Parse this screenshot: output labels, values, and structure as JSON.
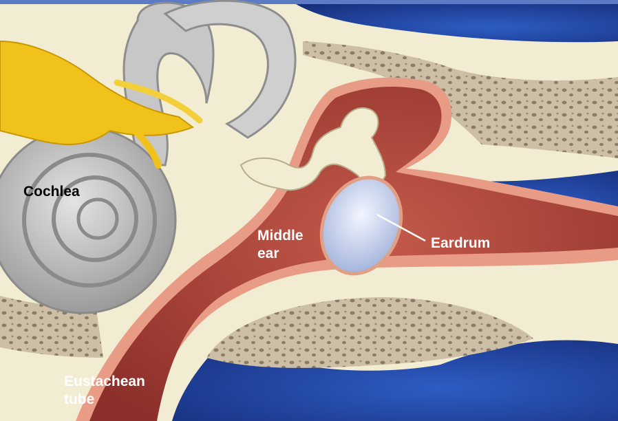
{
  "labels": {
    "cochlea": "Cochlea",
    "middle_ear": "Middle\near",
    "eardrum": "Eardrum",
    "eustachean_tube": "Eustachean\ntube"
  },
  "colors": {
    "background_blue": "#1c3f9c",
    "bone": "#f2ecd2",
    "spongy_bone": "#c9bca5",
    "cavity": "#a9453a",
    "lining": "#e79a85",
    "cochlea_gray": "#b7b7b7",
    "nerve_yellow": "#f2c21c",
    "eardrum_blue": "#c9d3ec",
    "label_white": "#ffffff",
    "label_black": "#000000"
  }
}
